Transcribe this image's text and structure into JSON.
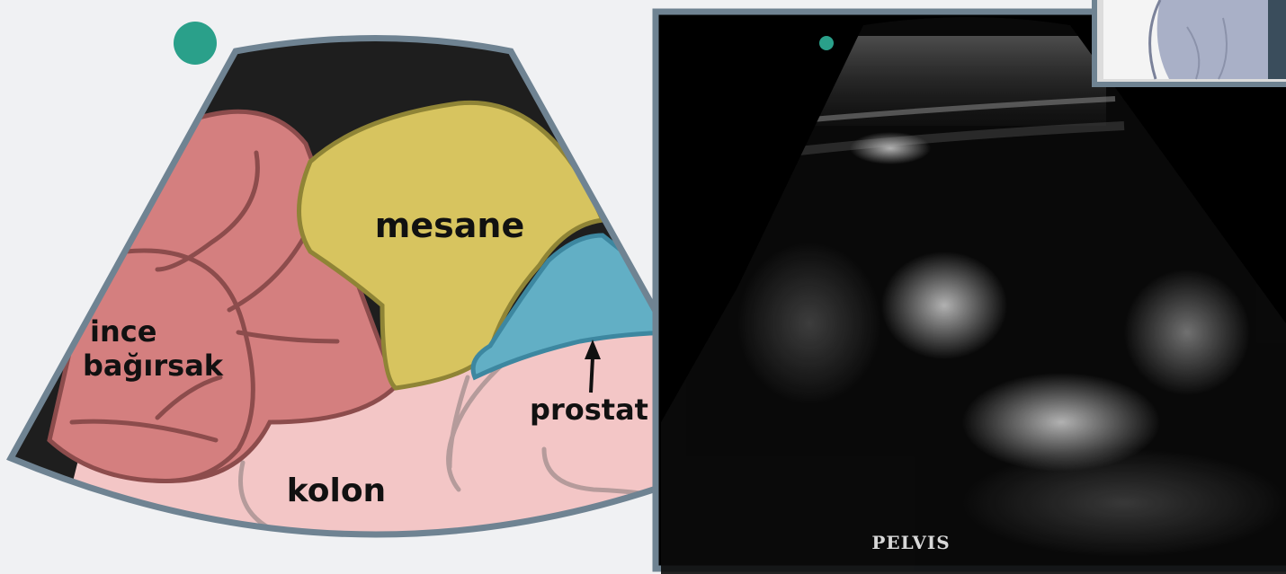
{
  "diagram": {
    "labels": {
      "bladder": "mesane",
      "small_intestine_line1": "ince",
      "small_intestine_line2": "bağırsak",
      "prostate": "prostat",
      "colon": "kolon"
    },
    "ultrasound_label": "PELVIS",
    "colors": {
      "background": "#f0f1f3",
      "fan_border": "#6f8392",
      "fan_fill": "#1e1e1e",
      "bladder": "#d7c45f",
      "bladder_outline": "#8f8436",
      "small_intestine": "#d47f7f",
      "small_intestine_outline": "#8c4c4c",
      "colon": "#f3c6c6",
      "colon_folds": "#b59b9b",
      "prostate": "#62afc5",
      "prostate_outline": "#3d87a0",
      "marker_dot": "#2aa08a",
      "ultrasound_frame": "#6f8392"
    }
  }
}
